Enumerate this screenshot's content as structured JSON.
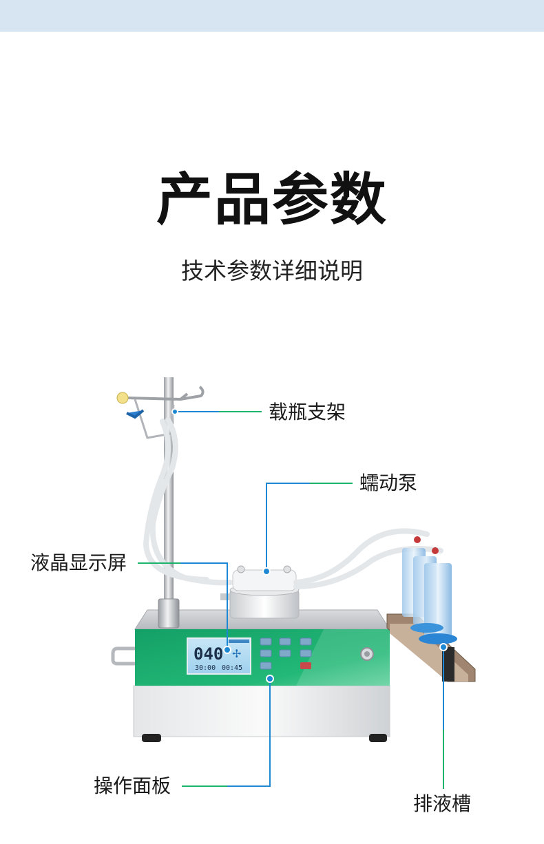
{
  "header": {
    "title": "产品参数",
    "subtitle": "技术参数详细说明"
  },
  "callouts": {
    "bottle_holder": "载瓶支架",
    "peristaltic_pump": "蠕动泵",
    "lcd_display": "液晶显示屏",
    "control_panel": "操作面板",
    "drain_tank": "排液槽"
  },
  "lcd": {
    "main_value": "040",
    "left_value": "30:00",
    "right_value": "00:45"
  },
  "colors": {
    "accent_line_green": "#1db36b",
    "accent_line_blue": "#1e88d2",
    "panel_green": "#1aa36a",
    "top_band": "#d7e4f2"
  }
}
